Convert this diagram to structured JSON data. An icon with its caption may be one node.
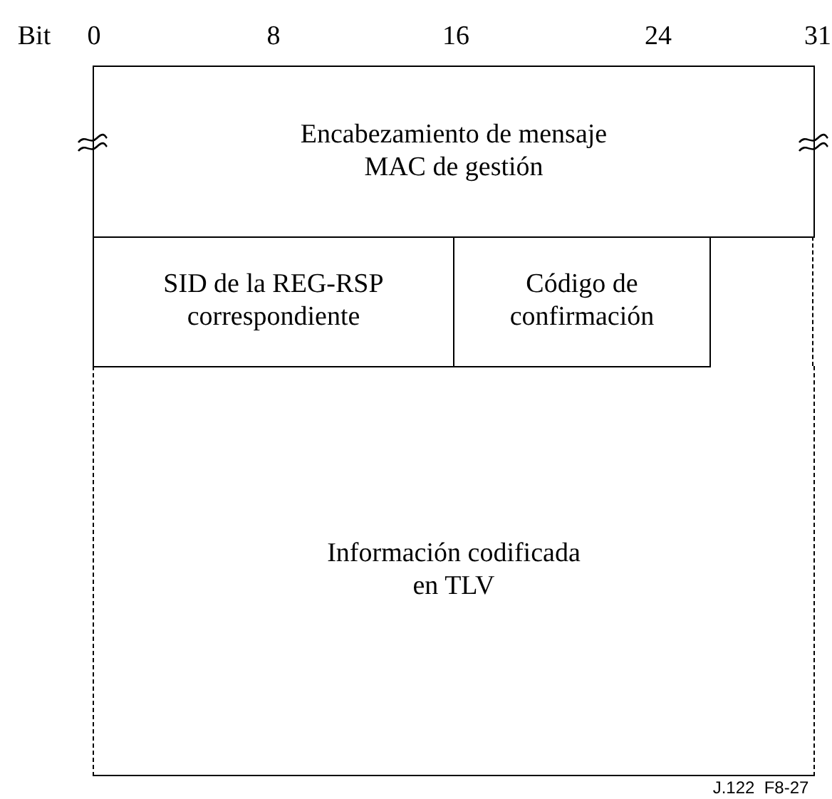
{
  "diagram": {
    "nodes": [
      {
        "text": [
          "Encabezamiento de mensaje MAC de gestión"
        ]
      },
      {
        "text": [
          "SID de la REG-RSP correspondiente"
        ]
      },
      {
        "text": [
          "Código de confirmación"
        ]
      },
      {
        "text": [
          "Información codificada en TLV"
        ]
      }
    ],
    "labels": [
      "Bit",
      "0",
      "8",
      "16",
      "24",
      "31",
      "J.122  F8-27"
    ]
  }
}
